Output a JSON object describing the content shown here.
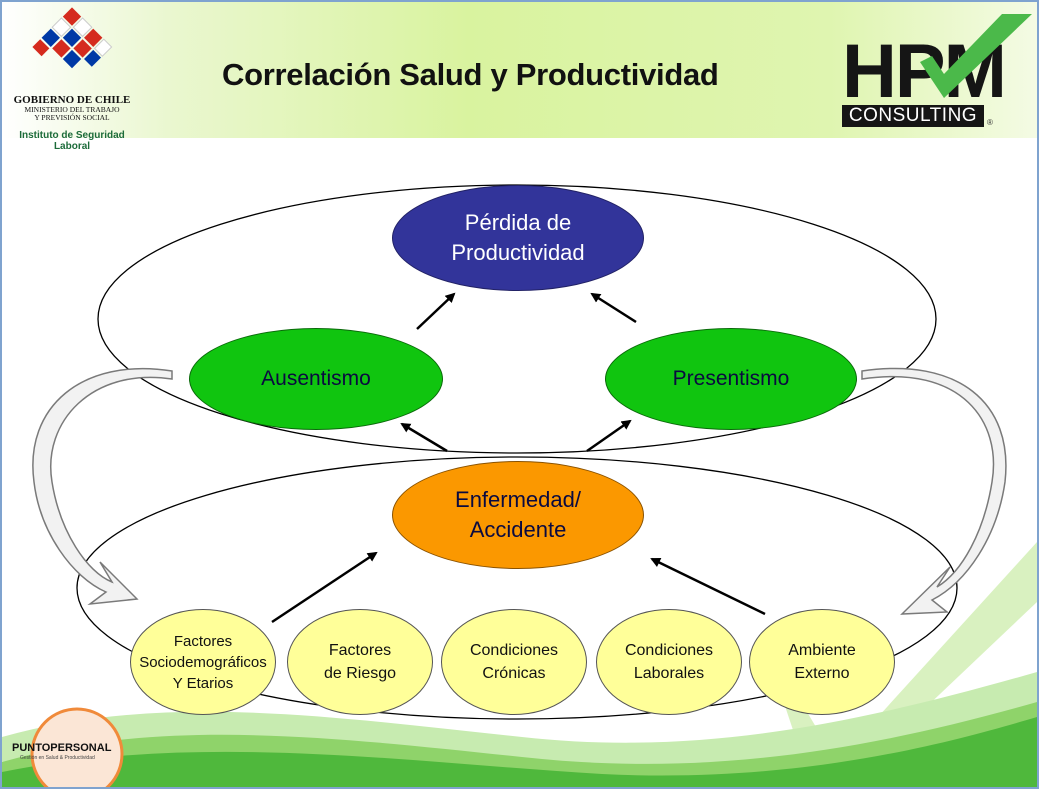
{
  "slide": {
    "title": "Correlación Salud y Productividad"
  },
  "logos": {
    "gobierno": {
      "line1": "GOBIERNO DE CHILE",
      "line2": "MINISTERIO DEL TRABAJO",
      "line3": "Y PREVISIÓN SOCIAL",
      "institute_line1": "Instituto de Seguridad",
      "institute_line2": "Laboral"
    },
    "hpm": {
      "word": "HPM",
      "sub": "CONSULTING",
      "reg": "®"
    },
    "puntopersonal": {
      "name": "PUNTOPERSONAL",
      "tagline": "Gestión en Salud & Productividad"
    }
  },
  "diagram": {
    "top": {
      "line1": "Pérdida de",
      "line2": "Productividad"
    },
    "left": {
      "label": "Ausentismo"
    },
    "right": {
      "label": "Presentismo"
    },
    "center": {
      "line1": "Enfermedad/",
      "line2": "Accidente"
    },
    "factors": [
      {
        "line1": "Factores",
        "line2": "Sociodemográficos",
        "line3": "Y Etarios"
      },
      {
        "line1": "Factores",
        "line2": "de Riesgo"
      },
      {
        "line1": "Condiciones",
        "line2": "Crónicas"
      },
      {
        "line1": "Condiciones",
        "line2": "Laborales"
      },
      {
        "line1": "Ambiente",
        "line2": "Externo"
      }
    ]
  },
  "colors": {
    "perdida": "#32349a",
    "ausentismo": "#10c50f",
    "presentismo": "#10c50f",
    "enfermedad": "#fb9800",
    "factors": "#ffff99",
    "header_green": "#d9f39f",
    "border": "#7fa3cf"
  }
}
